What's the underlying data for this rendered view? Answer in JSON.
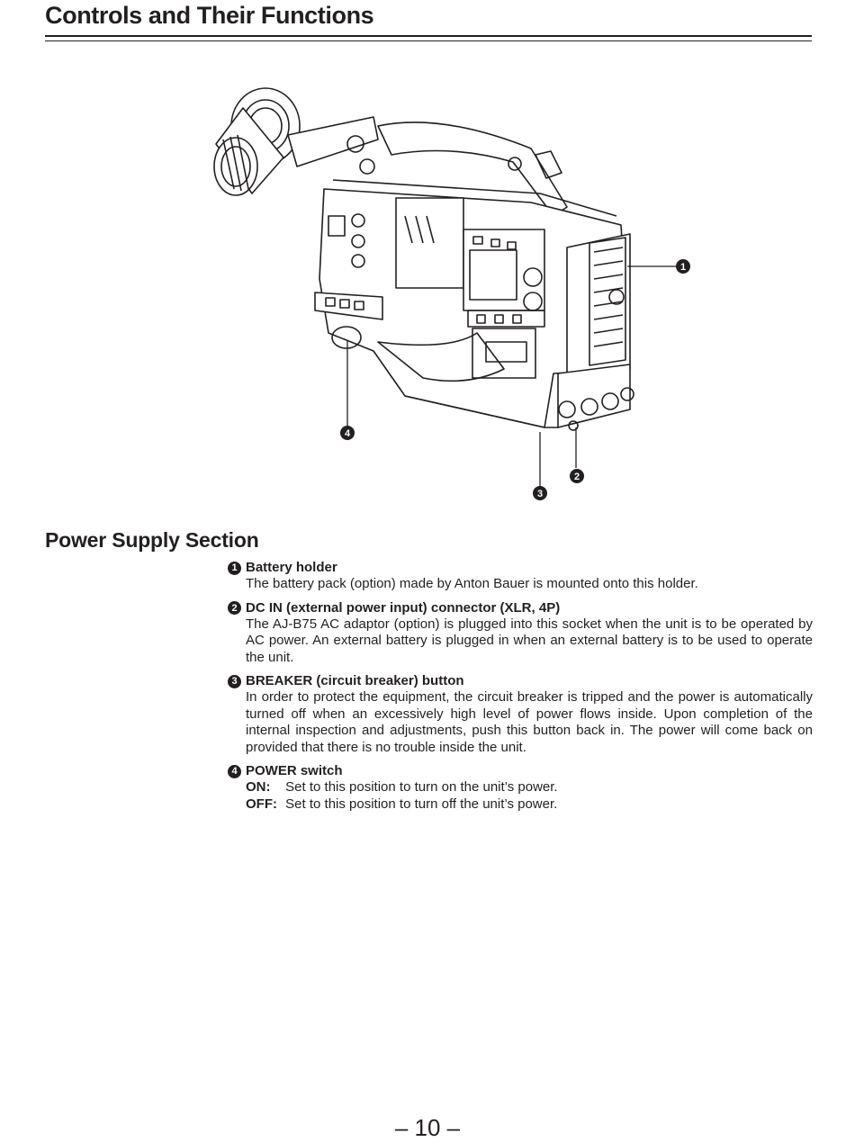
{
  "header": {
    "title": "Controls and Their Functions"
  },
  "figure": {
    "callouts": [
      "1",
      "2",
      "3",
      "4"
    ]
  },
  "section": {
    "title": "Power Supply Section"
  },
  "items": [
    {
      "number": "1",
      "title": "Battery holder",
      "text": "The battery pack (option) made by Anton Bauer is mounted onto this holder."
    },
    {
      "number": "2",
      "title": "DC IN (external power input) connector (XLR, 4P)",
      "text": "The AJ-B75 AC adaptor (option) is plugged into this socket when the unit is to be operated by AC power. An external battery is plugged in when an external battery is to be used to operate the unit."
    },
    {
      "number": "3",
      "title": "BREAKER (circuit breaker) button",
      "text": "In order to protect the equipment, the circuit breaker is tripped and the power is automatically turned off when an excessively high level of power flows inside. Upon completion of the internal inspection and adjustments, push this button back in. The power will come back on provided that there is no trouble inside the unit."
    },
    {
      "number": "4",
      "title": "POWER switch",
      "on_label": "ON:",
      "on_text": "Set to this position to turn on the unit’s power.",
      "off_label": "OFF:",
      "off_text": "Set to this position to turn off the unit’s power."
    }
  ],
  "footer": {
    "page_number": "– 10 –"
  }
}
